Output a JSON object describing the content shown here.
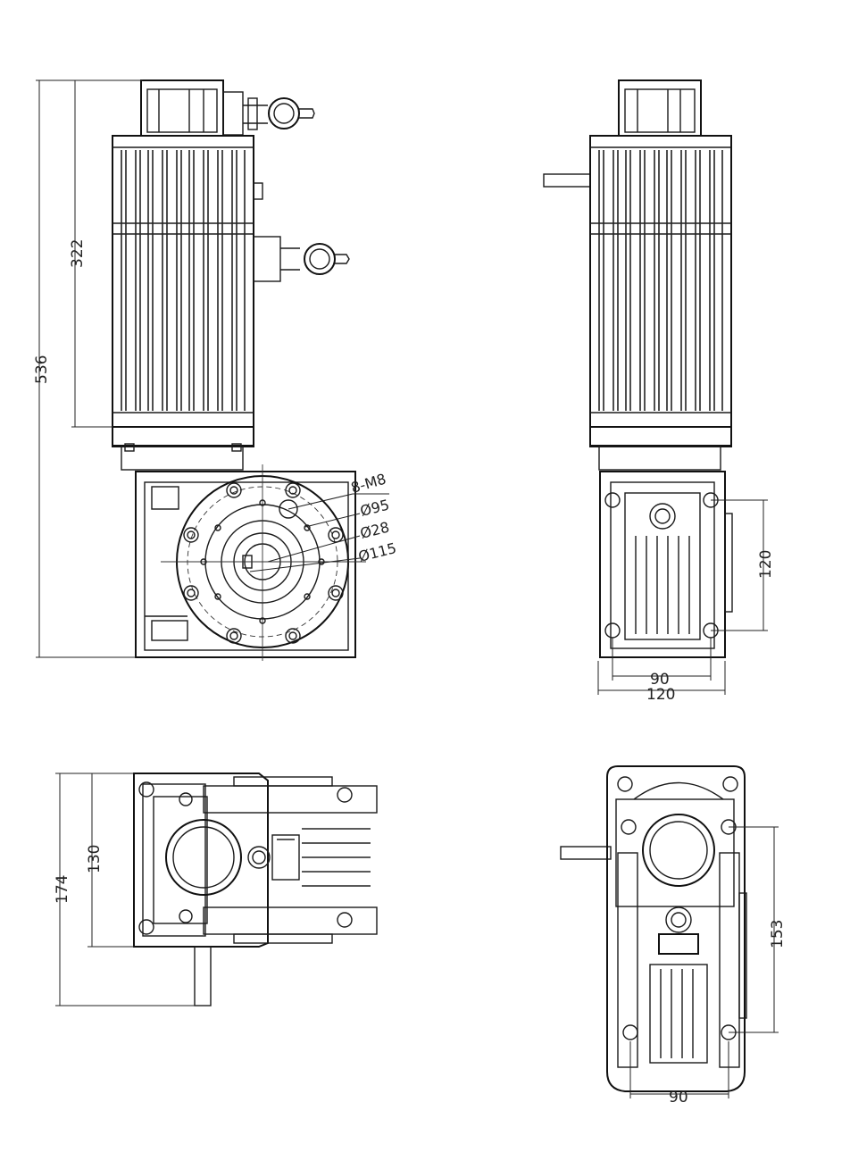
{
  "views": {
    "front": {
      "dims": {
        "overall": "536",
        "motor": "322"
      },
      "callouts": {
        "bolts": "8-M8",
        "d1": "Ø95",
        "d2": "Ø28",
        "d3": "Ø115"
      }
    },
    "side": {
      "dims": {
        "vertical": "120",
        "inner": "90",
        "outer": "120"
      }
    },
    "bottom_left": {
      "dims": {
        "outer": "174",
        "inner": "130"
      }
    },
    "bottom_right": {
      "dims": {
        "vertical": "153",
        "horizontal": "90"
      }
    }
  }
}
